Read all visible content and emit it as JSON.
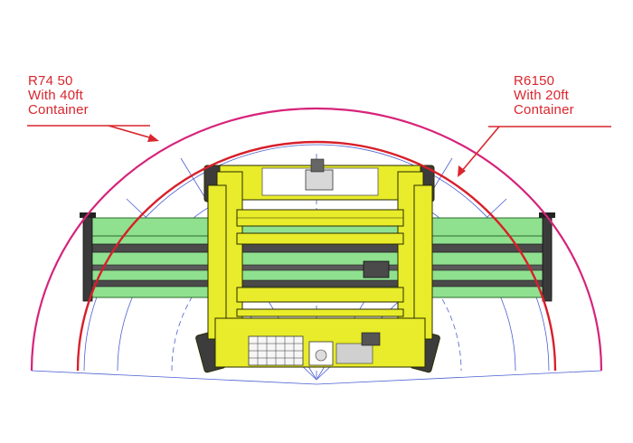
{
  "labels": {
    "left": {
      "line1": "R74 50",
      "line2": "With 40ft",
      "line3": "Container"
    },
    "right": {
      "line1": "R6150",
      "line2": "With 20ft",
      "line3": "Container"
    }
  },
  "colors": {
    "annotation_red": "#d9262e",
    "outer_arc_magenta": "#d6237a",
    "inner_arc_red": "#d81f2a",
    "guide_blue": "#4a5fd0",
    "container_green": "#8fe08f",
    "frame_yellow": "#e8ec2a",
    "spreader_dark": "#3a3a3a"
  }
}
